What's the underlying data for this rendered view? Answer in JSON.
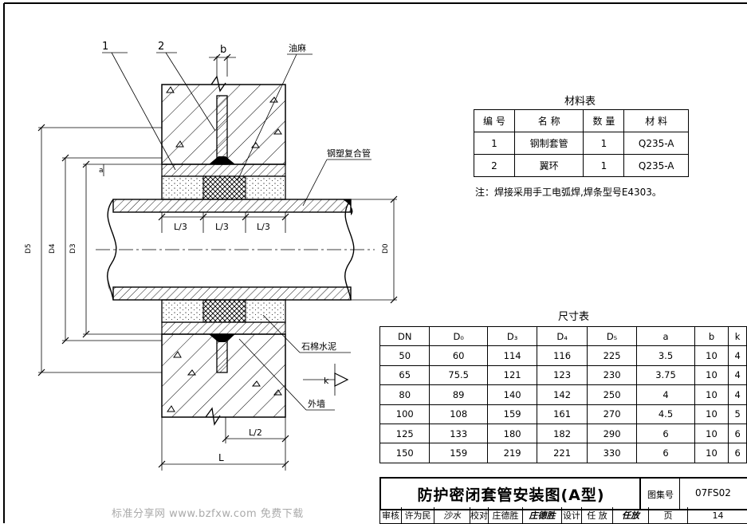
{
  "labels": {
    "callout_1": "1",
    "callout_2": "2",
    "b": "b",
    "oakum": "油麻",
    "steel_plastic_pipe": "钢塑复合管",
    "asbestos_cement": "石棉水泥",
    "outer_wall": "外墙",
    "k": "k",
    "a": "a",
    "l3_1": "L/3",
    "l3_2": "L/3",
    "l3_3": "L/3",
    "l2": "L/2",
    "L": "L",
    "D5": "D5",
    "D4": "D4",
    "D3": "D3",
    "D0": "D0"
  },
  "materials_table": {
    "caption": "材料表",
    "headers": [
      "编 号",
      "名 称",
      "数 量",
      "材 料"
    ],
    "rows": [
      [
        "1",
        "钢制套管",
        "1",
        "Q235-A"
      ],
      [
        "2",
        "翼环",
        "1",
        "Q235-A"
      ]
    ]
  },
  "note": "注：焊接采用手工电弧焊,焊条型号E4303。",
  "dimension_table": {
    "caption": "尺寸表",
    "headers": [
      "DN",
      "D₀",
      "D₃",
      "D₄",
      "D₅",
      "a",
      "b",
      "k"
    ],
    "rows": [
      [
        "50",
        "60",
        "114",
        "116",
        "225",
        "3.5",
        "10",
        "4"
      ],
      [
        "65",
        "75.5",
        "121",
        "123",
        "230",
        "3.75",
        "10",
        "4"
      ],
      [
        "80",
        "89",
        "140",
        "142",
        "250",
        "4",
        "10",
        "4"
      ],
      [
        "100",
        "108",
        "159",
        "161",
        "270",
        "4.5",
        "10",
        "5"
      ],
      [
        "125",
        "133",
        "180",
        "182",
        "290",
        "6",
        "10",
        "6"
      ],
      [
        "150",
        "159",
        "219",
        "221",
        "330",
        "6",
        "10",
        "6"
      ]
    ]
  },
  "title_block": {
    "title": "防护密闭套管安装图(A型)",
    "atlas_label": "图集号",
    "atlas_no": "07FS02",
    "page_label": "页",
    "page_no": "14",
    "review_label": "审核",
    "reviewer": "许为民",
    "review_sig": "沙水",
    "check_label": "校对",
    "checker": "庄德胜",
    "check_sig": "庄德胜",
    "design_label": "设计",
    "designer": "任 放",
    "design_sig": "任放"
  },
  "watermark": "标准分享网 www.bzfxw.com 免费下载"
}
